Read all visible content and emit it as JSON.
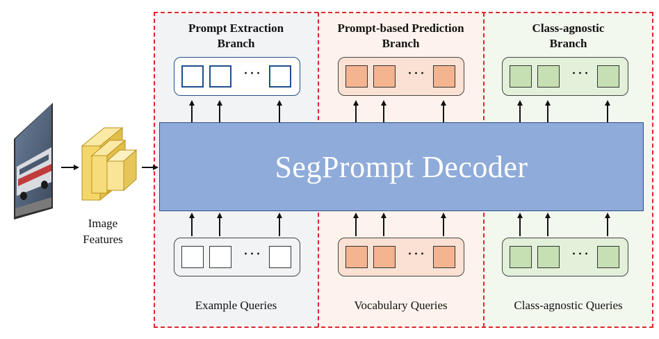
{
  "image_features_label_line1": "Image",
  "image_features_label_line2": "Features",
  "decoder_label": "SegPrompt Decoder",
  "branches": [
    {
      "title_line1": "Prompt Extraction",
      "title_line2": "Branch",
      "queries_label": "Example Queries",
      "region_color": "#f2f3f5",
      "cell_fill": "#ffffff",
      "cell_border": "#1f4e8c",
      "output_box_border": "#1f4e8c",
      "output_box_fill": "#ffffff",
      "input_box_fill": "#f2f3f5",
      "input_cell_border": "#333333"
    },
    {
      "title_line1": "Prompt-based Prediction",
      "title_line2": "Branch",
      "queries_label": "Vocabulary Queries",
      "region_color": "#fdf3ec",
      "cell_fill": "#f4b490",
      "cell_border": "#333333",
      "output_box_border": "#333333",
      "output_box_fill": "#fbe1d3",
      "input_box_fill": "#fbe1d3",
      "input_cell_border": "#333333"
    },
    {
      "title_line1": "Class-agnostic",
      "title_line2": "Branch",
      "queries_label": "Class-agnostic Queries",
      "region_color": "#f3f8ef",
      "cell_fill": "#c6e0b3",
      "cell_border": "#333333",
      "output_box_border": "#333333",
      "output_box_fill": "#e3f0da",
      "input_box_fill": "#e3f0da",
      "input_cell_border": "#333333"
    }
  ],
  "ellipsis": "···",
  "colors": {
    "dashed_border": "#e0252b",
    "decoder_fill": "#8fabd9",
    "decoder_border": "#2d4c8a",
    "feature_block": "#f5d66b",
    "feature_edge": "#c9a227"
  }
}
